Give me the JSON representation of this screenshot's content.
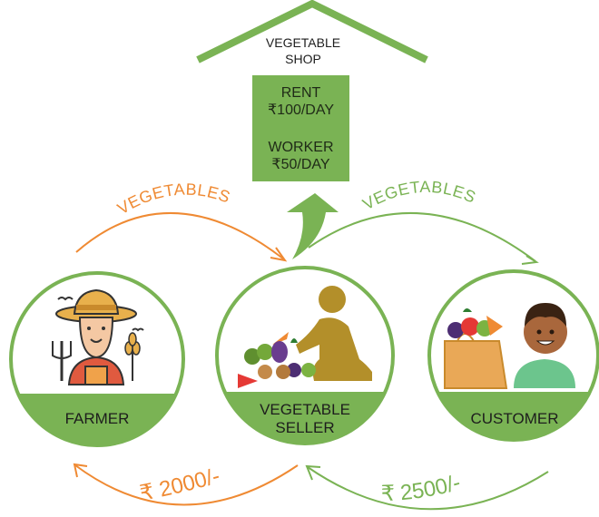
{
  "shop": {
    "title_line1": "VEGETABLE",
    "title_line2": "SHOP",
    "rent_label": "RENT",
    "rent_value": "₹100/DAY",
    "worker_label": "WORKER",
    "worker_value": "₹50/DAY"
  },
  "flows": {
    "farmer_to_seller_label": "VEGETABLES",
    "seller_to_customer_label": "VEGETABLES",
    "seller_to_farmer_payment": "₹ 2000/-",
    "customer_to_seller_payment": "₹ 2500/-"
  },
  "nodes": {
    "farmer": {
      "label": "FARMER"
    },
    "seller": {
      "label_line1": "VEGETABLE",
      "label_line2": "SELLER"
    },
    "customer": {
      "label": "CUSTOMER"
    }
  },
  "colors": {
    "green": "#7ab354",
    "orange": "#ef8a33",
    "skin": "#f4c8a3",
    "hat": "#e8b04c",
    "seller_figure": "#b38f2a",
    "bag": "#e9a857"
  },
  "icons": {
    "farmer": "farmer-icon",
    "seller": "vegetable-seller-icon",
    "customer": "customer-icon",
    "profit": "up-arrow-icon"
  }
}
